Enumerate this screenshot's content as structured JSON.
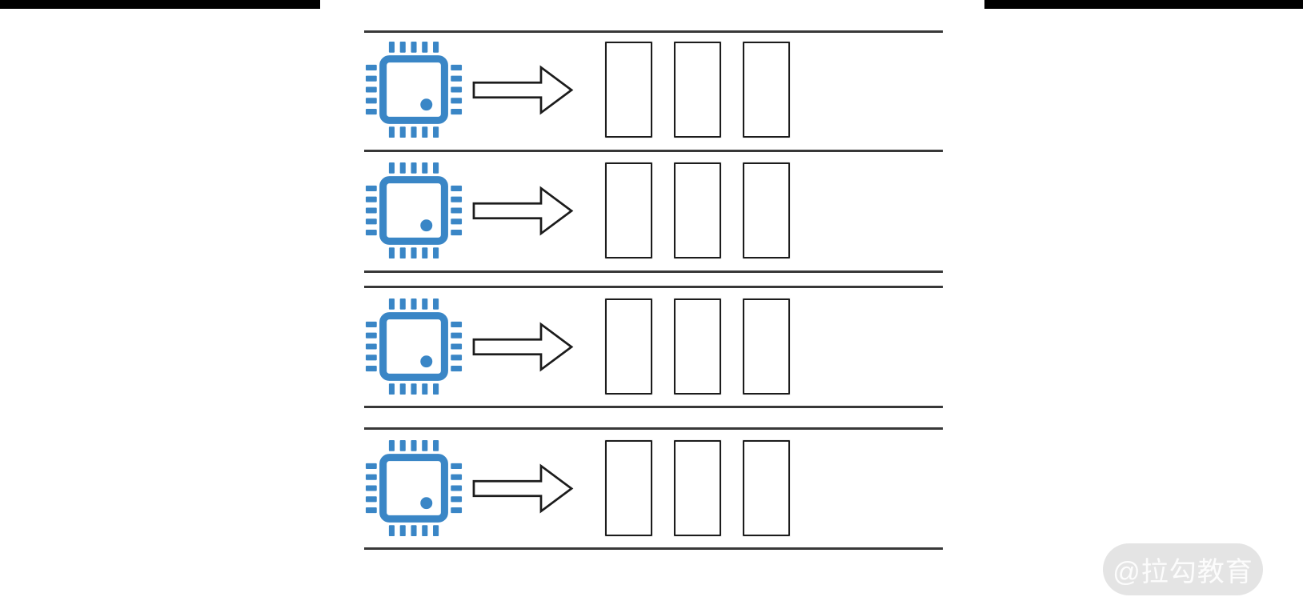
{
  "colors": {
    "chip_blue": "#3a86c6",
    "outline": "#1c1c1c",
    "lane_line": "#383838",
    "letterbox": "#000000",
    "watermark_bg": "#e4e4e4",
    "watermark_text": "#fcfcfc"
  },
  "diagram": {
    "rows": [
      {
        "icon": "cpu-chip",
        "arrow": "right-arrow",
        "slot_count": 3
      },
      {
        "icon": "cpu-chip",
        "arrow": "right-arrow",
        "slot_count": 3
      },
      {
        "icon": "cpu-chip",
        "arrow": "right-arrow",
        "slot_count": 3
      },
      {
        "icon": "cpu-chip",
        "arrow": "right-arrow",
        "slot_count": 3
      }
    ]
  },
  "watermark": {
    "label": "@拉勾教育"
  }
}
